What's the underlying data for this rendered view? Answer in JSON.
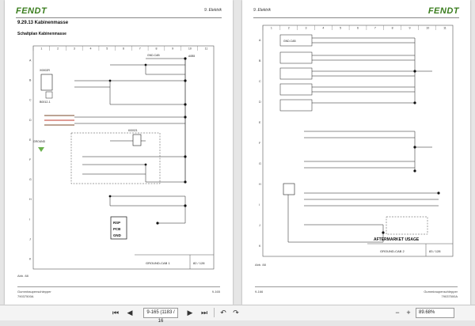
{
  "left_page": {
    "brand": "FENDT",
    "section": "9. Elektrik",
    "title": "9.29.13 Kabinenmasse",
    "subtitle": "Schaltplan Kabinenmasse",
    "columns": [
      "1",
      "2",
      "3",
      "4",
      "5",
      "6",
      "7",
      "8",
      "9",
      "10",
      "11"
    ],
    "rows": [
      "A",
      "B",
      "C",
      "D",
      "E",
      "F",
      "G",
      "H",
      "I",
      "J",
      "K"
    ],
    "labels": {
      "node_a": "A0B5",
      "bus_top": "GND-CAB",
      "connector_left": "X0002R",
      "sensor": "B0012-1",
      "relay": "K00021",
      "ground_left": "GROUND",
      "rsp": "RSP",
      "pcb": "PCB",
      "gnd": "GND"
    },
    "title_block": {
      "name": "GROUND-CAB 1",
      "sheet": "82 / 128"
    },
    "figure": "Abb. 88",
    "footer_left": "Gummiraupenschlepper",
    "footer_code": "79037500A",
    "page_num": "9-165"
  },
  "right_page": {
    "brand": "FENDT",
    "section": "9. Elektrik",
    "columns": [
      "1",
      "2",
      "3",
      "4",
      "5",
      "6",
      "7",
      "8",
      "9",
      "10",
      "11"
    ],
    "rows": [
      "A",
      "B",
      "C",
      "D",
      "E",
      "F",
      "G",
      "H",
      "I",
      "J",
      "K"
    ],
    "labels": {
      "gnd_cab": "GND-CAB",
      "aftermarket": "AFTERMARKET USAGE"
    },
    "title_block": {
      "name": "GROUND-CAB 2",
      "sheet": "83 / 128"
    },
    "figure": "Abb. 88",
    "footer_left": "Gummiraupenschlepper",
    "footer_code": "79037500A",
    "page_num": "9-166"
  },
  "toolbar": {
    "first": "⏮",
    "prev": "◀",
    "page_field": "9-165 (1183 / 16",
    "next": "▶",
    "last": "⏭",
    "nav_back": "↶",
    "nav_fwd": "↷",
    "zoom_out": "−",
    "zoom_in": "+",
    "zoom": "89.68%"
  },
  "colors": {
    "brand": "#3a7d1e",
    "wire": "#1c1c1c",
    "ground": "#6ab04c",
    "brown_wire": "#7a4a2a",
    "red_wire": "#c0392b"
  }
}
